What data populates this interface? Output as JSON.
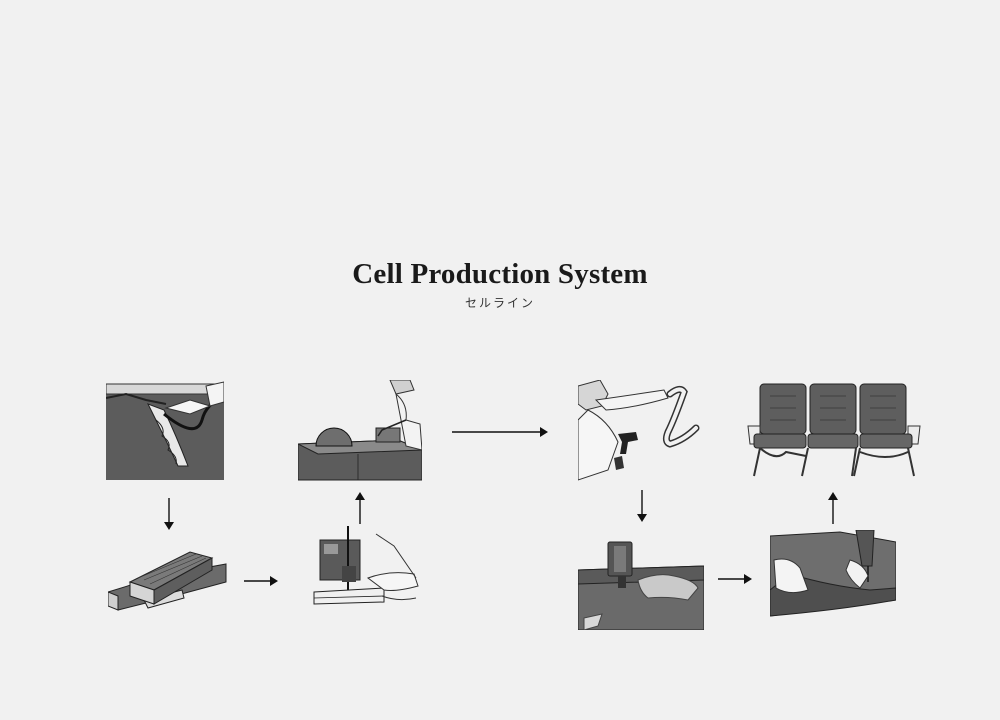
{
  "header": {
    "title": "Cell Production System",
    "subtitle": "セルライン"
  },
  "steps": [
    {
      "id": "upholstery-stuffing",
      "icon": "upholstery-stuffing-illustration"
    },
    {
      "id": "lumber",
      "icon": "lumber-stack-illustration"
    },
    {
      "id": "band-saw",
      "icon": "band-saw-illustration"
    },
    {
      "id": "table-saw",
      "icon": "table-saw-illustration"
    },
    {
      "id": "spray-glue",
      "icon": "spray-gun-illustration"
    },
    {
      "id": "cnc-cutting",
      "icon": "cutting-machine-illustration"
    },
    {
      "id": "sewing",
      "icon": "sewing-machine-illustration"
    },
    {
      "id": "finished-sofa",
      "icon": "sofa-illustration"
    }
  ],
  "colors": {
    "background": "#f1f1f1",
    "ink": "#1a1a1a",
    "fill_dark": "#5a5a5a",
    "fill_mid": "#777777",
    "fill_light": "#c8c8c8"
  }
}
